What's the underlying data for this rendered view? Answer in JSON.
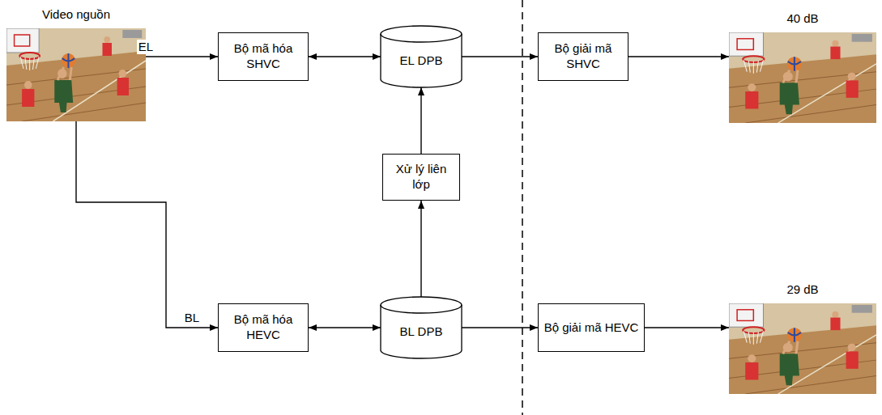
{
  "diagram": {
    "nodes": [
      {
        "text": [
          "Video nguồn"
        ]
      },
      {
        "text": [
          "Bộ mã hóa SHVC"
        ]
      },
      {
        "text": [
          "EL DPB"
        ]
      },
      {
        "text": [
          "Bộ giải mã SHVC"
        ]
      },
      {
        "text": [
          "40 dB"
        ]
      },
      {
        "text": [
          "Xử lý liên lớp"
        ]
      },
      {
        "text": [
          "Bộ mã hóa HEVC"
        ]
      },
      {
        "text": [
          "BL DPB"
        ]
      },
      {
        "text": [
          "Bộ giải mã HEVC"
        ]
      },
      {
        "text": [
          "29 dB"
        ]
      }
    ],
    "edges": [
      {
        "from": 0,
        "to": 1,
        "label": "EL",
        "arrow": "to"
      },
      {
        "from": 0,
        "to": 6,
        "label": "BL",
        "arrow": "to"
      },
      {
        "from": 1,
        "to": 2,
        "arrow": "both"
      },
      {
        "from": 2,
        "to": 3,
        "arrow": "to"
      },
      {
        "from": 3,
        "to": 4,
        "arrow": "to"
      },
      {
        "from": 7,
        "to": 5,
        "arrow": "to"
      },
      {
        "from": 5,
        "to": 2,
        "arrow": "to"
      },
      {
        "from": 6,
        "to": 7,
        "arrow": "both"
      },
      {
        "from": 7,
        "to": 8,
        "arrow": "to"
      },
      {
        "from": 8,
        "to": 9,
        "arrow": "to"
      }
    ]
  }
}
